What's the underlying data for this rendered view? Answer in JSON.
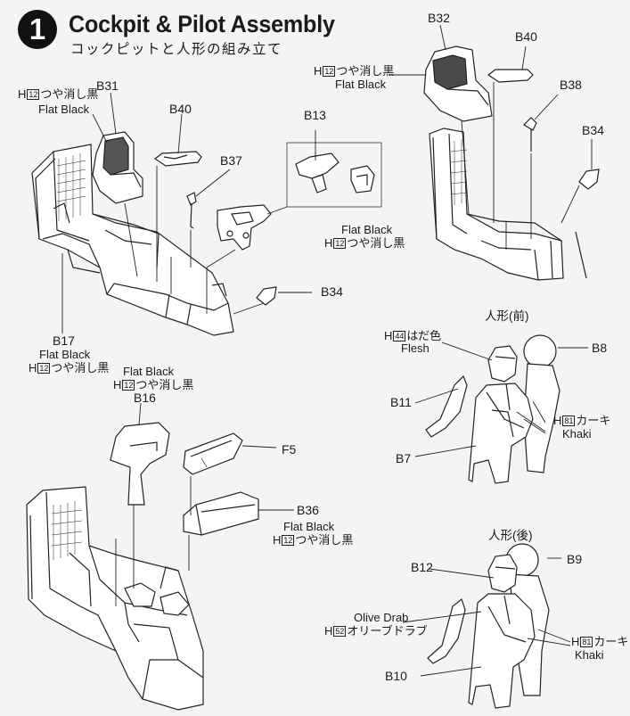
{
  "step": {
    "number": "1",
    "title": "Cockpit & Pilot Assembly",
    "subtitle_jp": "コックピットと人形の組み立て"
  },
  "paint": {
    "h12_jp": "つや消し黒",
    "h12_code": "12",
    "flat_black": "Flat Black",
    "h44_code": "44",
    "h44_jp": "はだ色",
    "flesh": "Flesh",
    "h81_code": "81",
    "h81_jp": "カーキ",
    "khaki": "Khaki",
    "h52_code": "52",
    "h52_jp": "オリーブドラブ",
    "olive_drab": "Olive Drab",
    "h_prefix": "H"
  },
  "parts": {
    "b31": "B31",
    "b40": "B40",
    "b37": "B37",
    "b13": "B13",
    "b34": "B34",
    "b17": "B17",
    "b32": "B32",
    "b38": "B38",
    "b16": "B16",
    "f5": "F5",
    "b36": "B36",
    "b8": "B8",
    "b11": "B11",
    "b7": "B7",
    "b12": "B12",
    "b9": "B9",
    "b10": "B10"
  },
  "figures": {
    "front": "人形(前)",
    "back": "人形(後)"
  }
}
